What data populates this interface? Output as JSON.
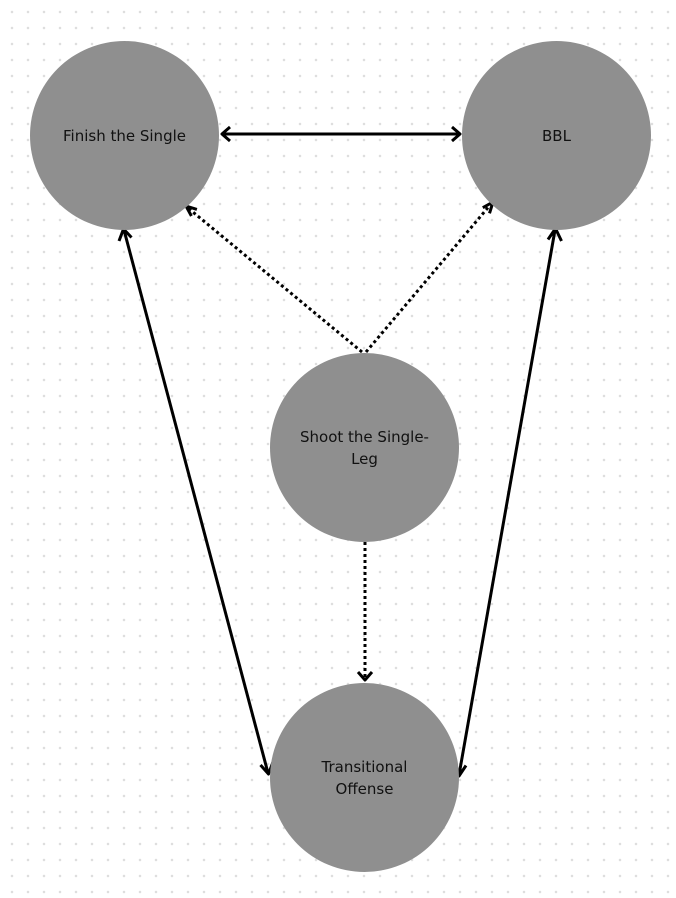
{
  "nodes": {
    "finish_single": "Finish the Single",
    "bbl": "BBL",
    "shoot_single_leg": "Shoot the Single-Leg",
    "transitional_offense": "Transitional Offense"
  },
  "edges": [
    {
      "from": "finish_single",
      "to": "bbl",
      "style": "solid",
      "direction": "both"
    },
    {
      "from": "shoot_single_leg",
      "to": "finish_single",
      "style": "dotted",
      "direction": "forward"
    },
    {
      "from": "shoot_single_leg",
      "to": "bbl",
      "style": "dotted",
      "direction": "forward"
    },
    {
      "from": "shoot_single_leg",
      "to": "transitional_offense",
      "style": "dotted",
      "direction": "forward"
    },
    {
      "from": "finish_single",
      "to": "transitional_offense",
      "style": "solid",
      "direction": "both"
    },
    {
      "from": "bbl",
      "to": "transitional_offense",
      "style": "solid",
      "direction": "both"
    }
  ],
  "colors": {
    "node_fill": "#8f8f8f",
    "edge": "#000000",
    "text": "#111111",
    "background": "#ffffff",
    "grid_dot": "#dedede"
  }
}
